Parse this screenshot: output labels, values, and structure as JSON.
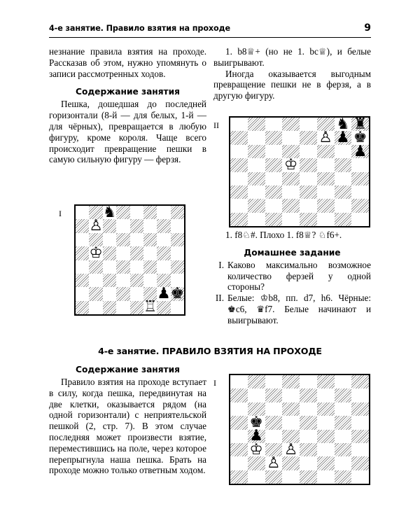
{
  "header": {
    "title": "4-е занятие. Правило взятия на проходе",
    "page_number": "9"
  },
  "left_column": {
    "para1": "незнание правила взятия на проходе. Рассказав об этом, нужно упомянуть о записи рассмотренных ходов.",
    "subheading1": "Содержание занятия",
    "para2": "Пешка, дошедшая до последней горизонтали (8-й — для белых, 1-й — для чёрных), превращается в любую фигуру, кроме короля. Чаще всего происходит превращение пешки в самую сильную фигуру — ферзя.",
    "subheading2": "Содержание занятия",
    "para3": "Правило взятия на проходе вступает в силу, когда пешка, передвинутая на две клетки, оказывается рядом (на одной горизонтали) с неприятельской пешкой (2, стр. 7). В этом случае последняя может произвести взятие, переместившись на поле, через которое перепрыгнула наша пешка. Брать на проходе можно только ответным ходом."
  },
  "right_column": {
    "move_line_1": "1. b8♕+ (но не 1. bc♕), и белые выигрывают.",
    "para1": "Иногда оказывается выгодным превращение пешки не в ферзя, а в другую фигуру.",
    "move_line_2": "1. f8♘#. Плохо 1. f8♕? ♘f6+.",
    "homework_heading": "Домашнее задание",
    "homework": [
      {
        "num": "I.",
        "text": "Каково максимально возможное количество ферзей у одной стороны?"
      },
      {
        "num": "II.",
        "text": "Белые: ♔b8, пп. d7, h6. Чёрные: ♚c6, ♛f7. Белые начинают и выигрывают."
      }
    ]
  },
  "section_heading": "4-е занятие. ПРАВИЛО ВЗЯТИЯ НА ПРОХОДЕ",
  "diagrams": [
    {
      "label": "I",
      "side_to_move_marker": "white-triangle",
      "pieces": [
        {
          "square": "c8",
          "piece": "black-knight",
          "glyph": "♞"
        },
        {
          "square": "b7",
          "piece": "white-pawn",
          "glyph": "♙"
        },
        {
          "square": "b5",
          "piece": "white-king",
          "glyph": "♔"
        },
        {
          "square": "g2",
          "piece": "black-pawn",
          "glyph": "♟"
        },
        {
          "square": "h2",
          "piece": "black-king",
          "glyph": "♚"
        },
        {
          "square": "f1",
          "piece": "white-rook",
          "glyph": "♖"
        }
      ]
    },
    {
      "label": "II",
      "side_to_move_marker": "white-triangle",
      "pieces": [
        {
          "square": "g8",
          "piece": "black-knight",
          "glyph": "♞"
        },
        {
          "square": "h8",
          "piece": "black-rook",
          "glyph": "♜"
        },
        {
          "square": "f7",
          "piece": "white-pawn",
          "glyph": "♙"
        },
        {
          "square": "g7",
          "piece": "black-pawn",
          "glyph": "♟"
        },
        {
          "square": "h7",
          "piece": "black-king",
          "glyph": "♚"
        },
        {
          "square": "h6",
          "piece": "black-pawn",
          "glyph": "♟"
        },
        {
          "square": "d5",
          "piece": "white-king",
          "glyph": "♔"
        }
      ]
    },
    {
      "label": "I",
      "side_to_move_marker": "white-triangle",
      "pieces": [
        {
          "square": "b5",
          "piece": "black-king",
          "glyph": "♚"
        },
        {
          "square": "b4",
          "piece": "black-pawn",
          "glyph": "♟"
        },
        {
          "square": "b3",
          "piece": "white-king",
          "glyph": "♔"
        },
        {
          "square": "d3",
          "piece": "white-pawn",
          "glyph": "♙"
        },
        {
          "square": "c2",
          "piece": "white-pawn",
          "glyph": "♙"
        }
      ]
    }
  ],
  "colors": {
    "ink": "#000000",
    "paper": "#ffffff"
  }
}
